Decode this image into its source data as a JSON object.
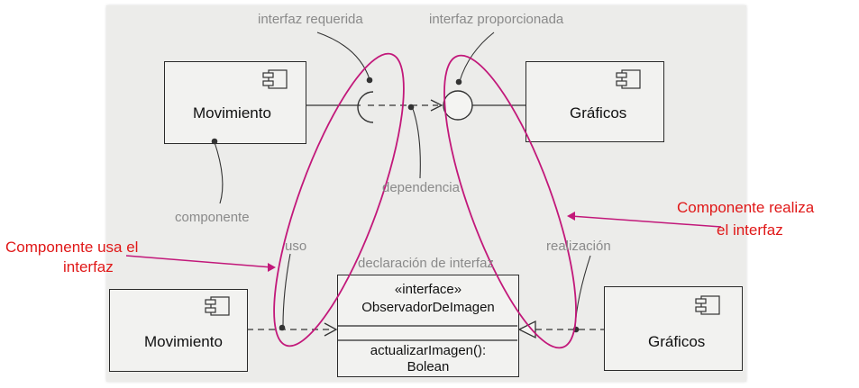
{
  "labels": {
    "interfaz_requerida": "interfaz requerida",
    "interfaz_proporcionada": "interfaz proporcionada",
    "dependencia": "dependencia",
    "componente": "componente",
    "uso": "uso",
    "realizacion": "realización",
    "declaracion": "declaración de interfaz"
  },
  "components": {
    "top_left": "Movimiento",
    "top_right": "Gráficos",
    "bottom_left": "Movimiento",
    "bottom_right": "Gráficos"
  },
  "interface_class": {
    "stereotype": "«interface»",
    "name": "ObservadorDeImagen",
    "operation_line1": "actualizarImagen():",
    "operation_line2": "Bolean"
  },
  "annotations": {
    "uses_line1": "Componente usa el",
    "uses_line2": "interfaz",
    "realizes_line1": "Componente realiza",
    "realizes_line2": "el interfaz"
  },
  "colors": {
    "annotation_text": "#e01818",
    "highlight_ellipse": "#c2187a",
    "label_gray": "#8a8a8a",
    "page_background": "#ececea"
  }
}
